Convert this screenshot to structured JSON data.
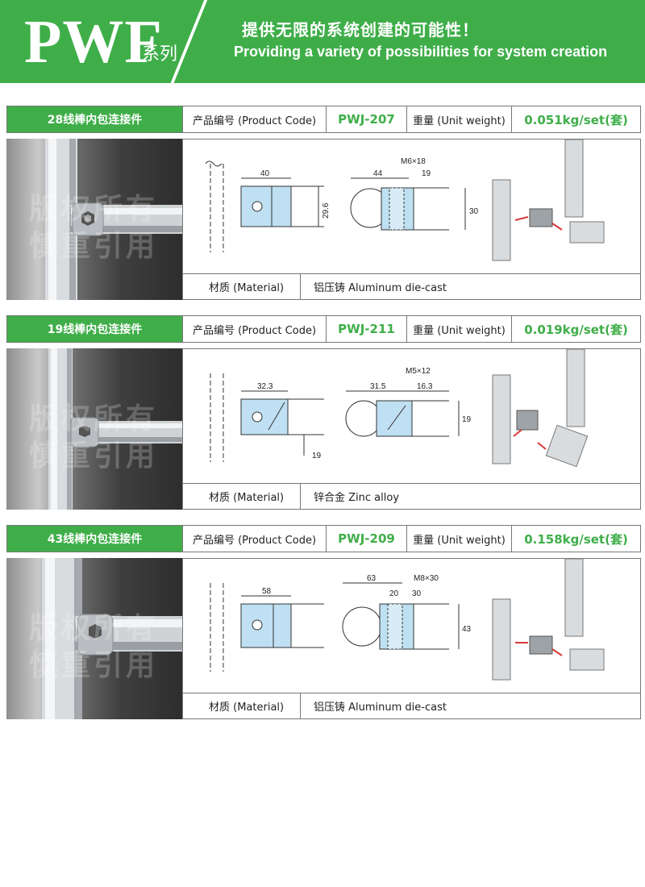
{
  "banner": {
    "brand": "PWF",
    "series": "系列",
    "slogan_cn": "提供无限的系统创建的可能性！",
    "slogan_en": "Providing a variety of possibilities for system creation"
  },
  "labels": {
    "product_code": "产品编号 (Product Code)",
    "unit_weight": "重量 (Unit weight)",
    "material": "材质 (Material)",
    "watermark_line1": "版权所有",
    "watermark_line2": "慎重引用"
  },
  "products": [
    {
      "name": "28线棒内包连接件",
      "code": "PWJ-207",
      "weight": "0.051kg/set(套)",
      "material": "铝压铸 Aluminum die-cast",
      "dims": {
        "left_width": "40",
        "left_height": "29.6",
        "mid_a": "44",
        "mid_b": "19",
        "bolt": "M6×18",
        "mid_height": "30"
      }
    },
    {
      "name": "19线棒内包连接件",
      "code": "PWJ-211",
      "weight": "0.019kg/set(套)",
      "material": "锌合金 Zinc alloy",
      "dims": {
        "left_width": "32.3",
        "left_height": "19",
        "mid_a": "31.5",
        "mid_b": "16.3",
        "bolt": "M5×12",
        "mid_height": "19"
      }
    },
    {
      "name": "43线棒内包连接件",
      "code": "PWJ-209",
      "weight": "0.158kg/set(套)",
      "material": "铝压铸 Aluminum die-cast",
      "dims": {
        "left_width": "58",
        "mid_a": "63",
        "mid_b": "20",
        "mid_c": "30",
        "bolt": "M8×30",
        "mid_height": "43"
      }
    }
  ],
  "colors": {
    "brand_green": "#3fae49",
    "part_blue": "#bfe0f2",
    "arrow_red": "#d83a3a"
  }
}
